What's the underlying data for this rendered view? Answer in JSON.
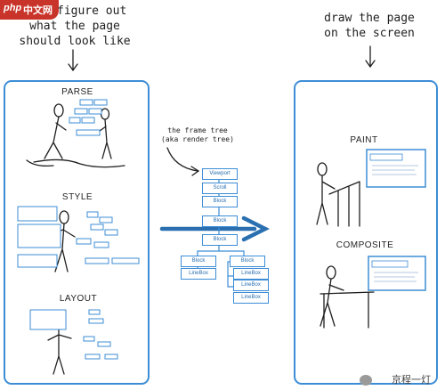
{
  "top_left": {
    "line1": "figure out",
    "line2": "what the page",
    "line3": "should look like"
  },
  "top_right": {
    "line1": "draw the page",
    "line2": "on the screen"
  },
  "stages": {
    "parse": "PARSE",
    "style": "STYLE",
    "layout": "LAYOUT",
    "paint": "PAINT",
    "composite": "COMPOSITE"
  },
  "frame_tree": {
    "line1": "the frame tree",
    "line2": "(aka render tree)"
  },
  "tree_nodes": [
    "Viewport",
    "Scroll",
    "Block",
    "Block",
    "Block",
    "Block",
    "LineBox",
    "Block",
    "LineBox",
    "LineBox",
    "LineBox"
  ],
  "logo": {
    "prefix": "php",
    "text": "中文网"
  },
  "watermark": "京程一灯",
  "colors": {
    "accent": "#3d8dd6",
    "ink": "#1a1a1a",
    "logo": "#c9342a"
  }
}
